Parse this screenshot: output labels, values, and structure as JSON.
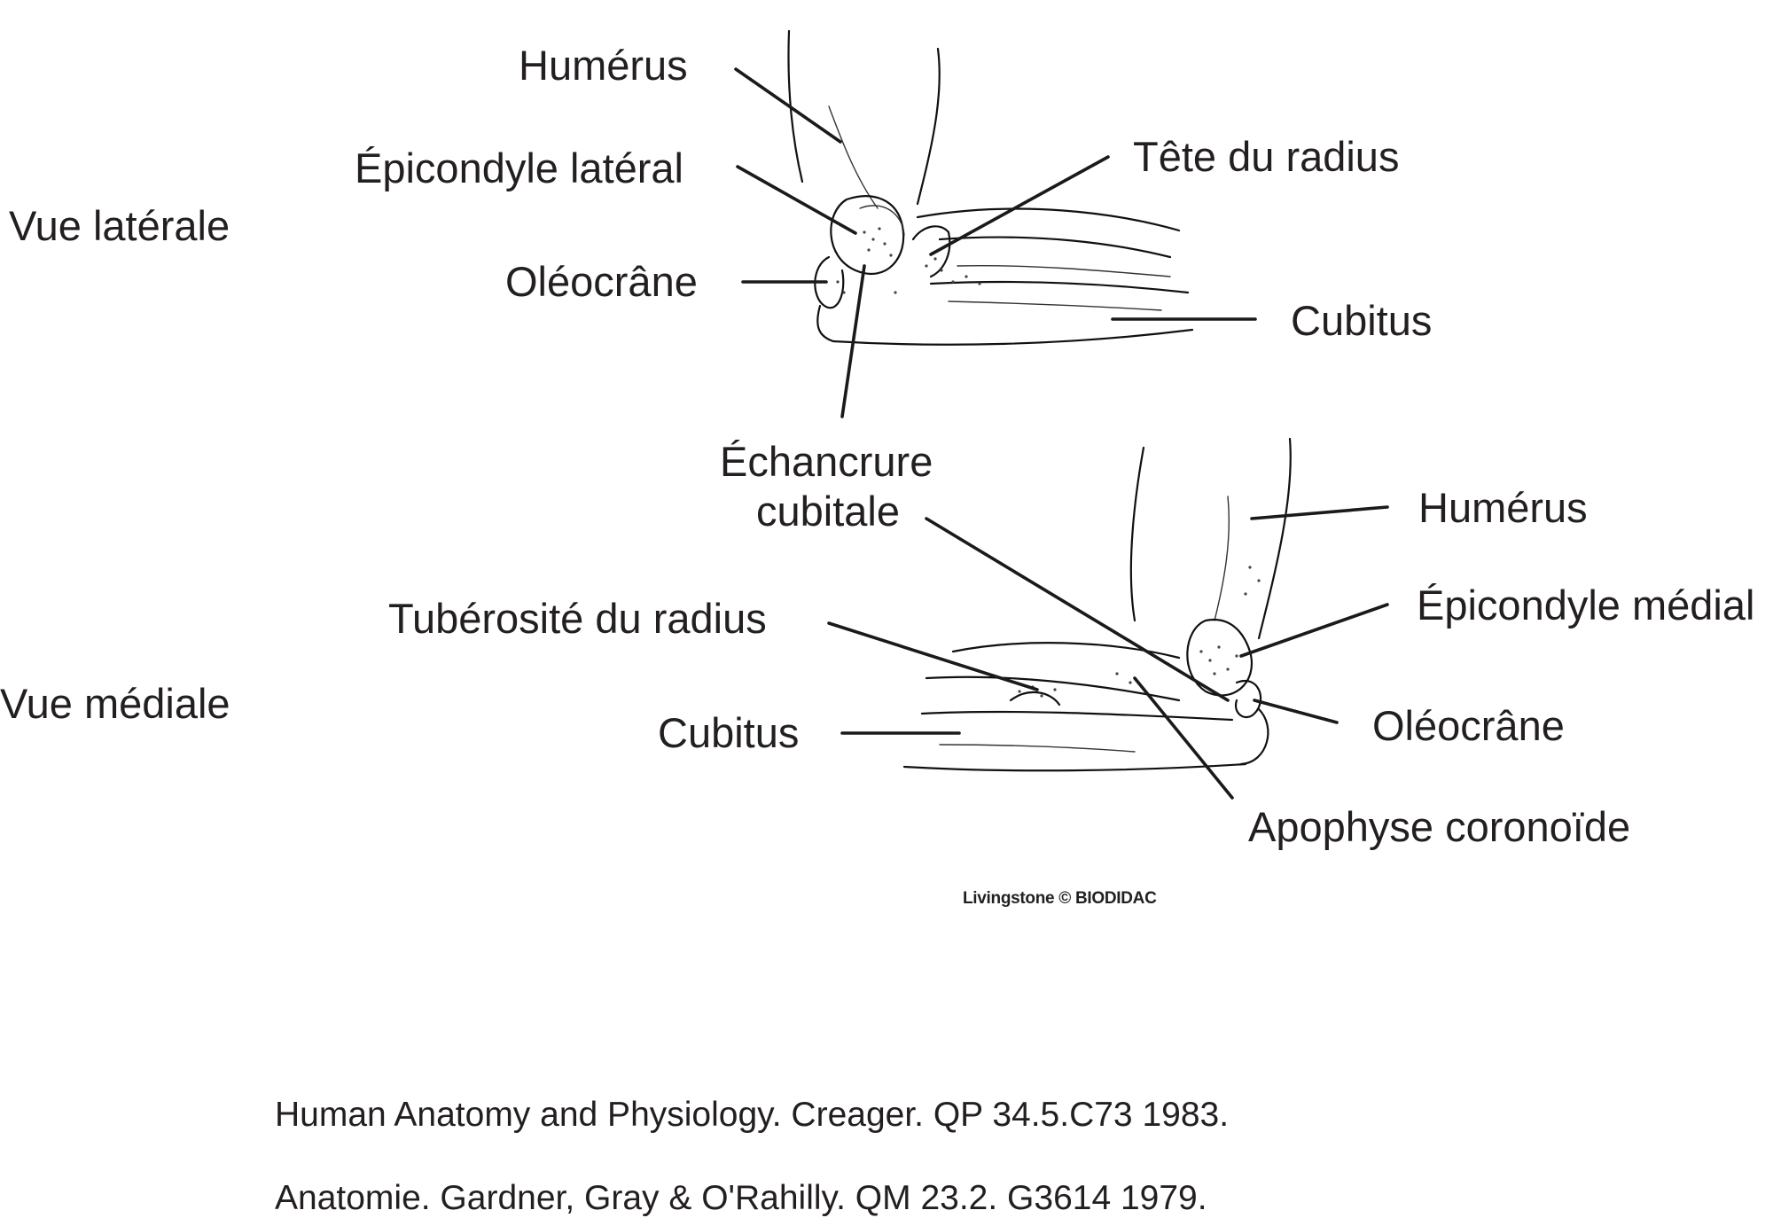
{
  "views": {
    "lateral": "Vue latérale",
    "medial": "Vue médiale"
  },
  "lateral_labels": {
    "humerus": "Humérus",
    "lateral_epicondyle": "Épicondyle latéral",
    "olecranon": "Oléocrâne",
    "radial_head": "Tête du radius",
    "ulna": "Cubitus",
    "notch_line1": "Échancrure",
    "notch_line2": "cubitale"
  },
  "medial_labels": {
    "humerus": "Humérus",
    "medial_epicondyle": "Épicondyle médial",
    "radial_tuberosity": "Tubérosité du radius",
    "ulna": "Cubitus",
    "olecranon": "Oléocrâne",
    "coronoid": "Apophyse coronoïde"
  },
  "credit": "Livingstone © BIODIDAC",
  "references": [
    "Human Anatomy and Physiology. Creager. QP 34.5.C73 1983.",
    "Anatomie.  Gardner, Gray & O'Rahilly.  QM 23.2. G3614  1979."
  ]
}
